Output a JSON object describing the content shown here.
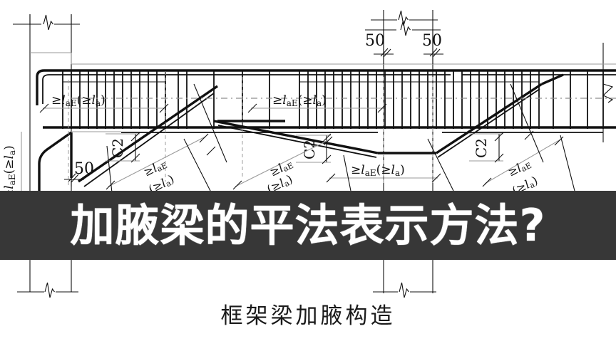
{
  "banner": {
    "title": "加腋梁的平法表示方法?",
    "background_color": "#373737",
    "text_color": "#ffffff"
  },
  "caption": {
    "text": "框架梁加腋构造"
  },
  "drawing": {
    "type": "structural-detail",
    "subject": "reinforced concrete frame beam haunch (加腋) reinforcement detail",
    "line_color": "#000000",
    "background_color": "#ffffff",
    "dimensions": {
      "top_left_50": "50",
      "top_right_50": "50",
      "bottom_left_50": "50"
    },
    "labels": {
      "anchorage_top_left": "≥laE(≥la)",
      "anchorage_top_mid": "≥laE(≥la)",
      "anchorage_mid_bottom": "≥laE(≥la)",
      "anchorage_left_vertical": "≥laE(≥la)",
      "haunch_bar_left": "≥laE(≥la)",
      "haunch_bar_mid_left": "≥laE(≥la)",
      "haunch_bar_mid_right": "≥laE(≥la)",
      "haunch_bar_right": "≥laE(≥la)",
      "c2_left": "C2",
      "c2_mid": "C2",
      "c2_right": "C2"
    },
    "symbols": {
      "break_symbol": "break-line-symbol",
      "dim_tick": "slash-tick"
    }
  }
}
